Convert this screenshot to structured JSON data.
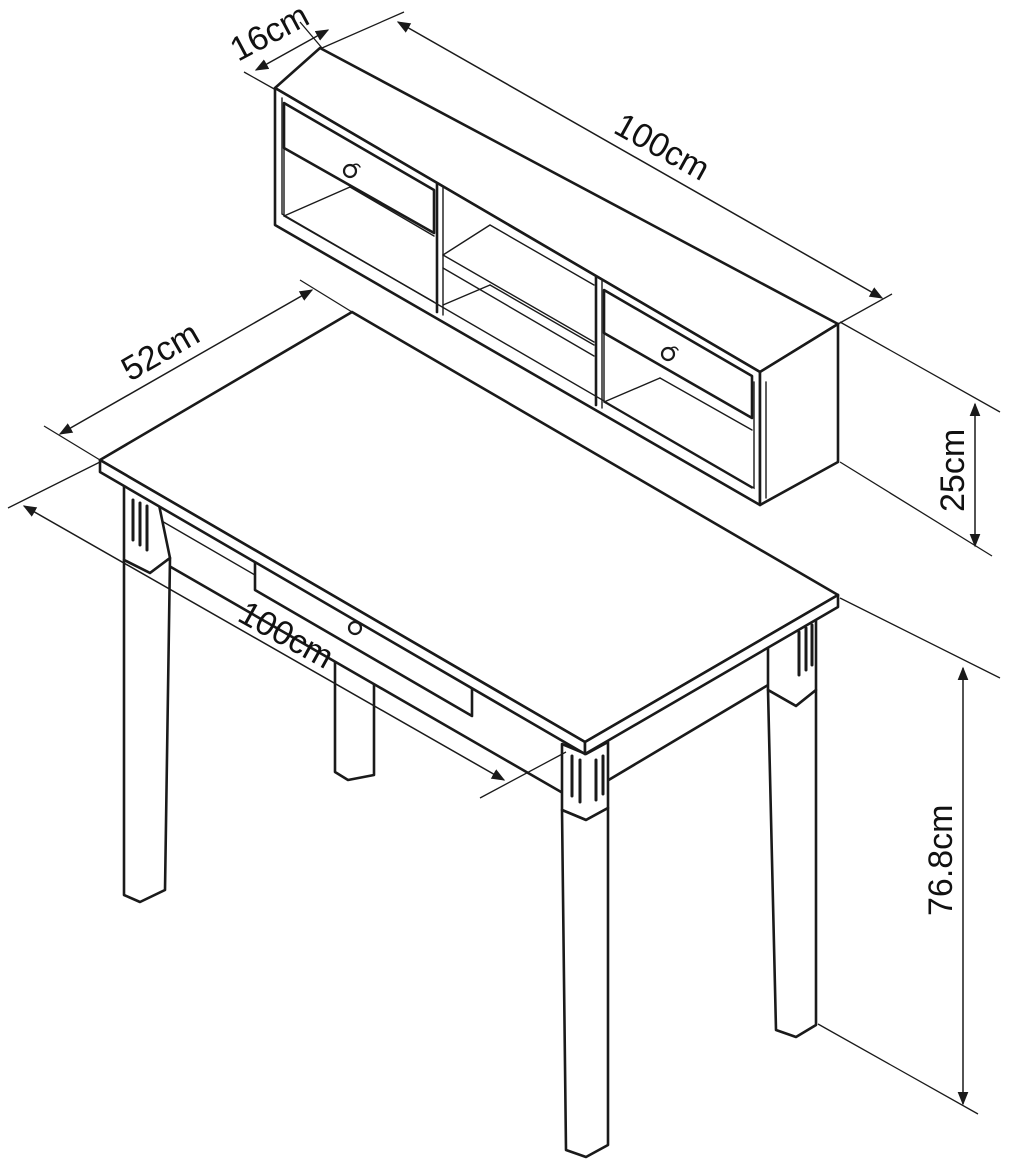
{
  "diagram": {
    "subject": "Writing desk with hutch shelf — dimension drawing",
    "dimensions": {
      "shelf_depth": "16cm",
      "shelf_width": "100cm",
      "shelf_height": "25cm",
      "desk_depth": "52cm",
      "desk_width": "100cm",
      "desk_height": "76.8cm"
    },
    "line_color": "#1a1a1a",
    "background_color": "#ffffff"
  }
}
